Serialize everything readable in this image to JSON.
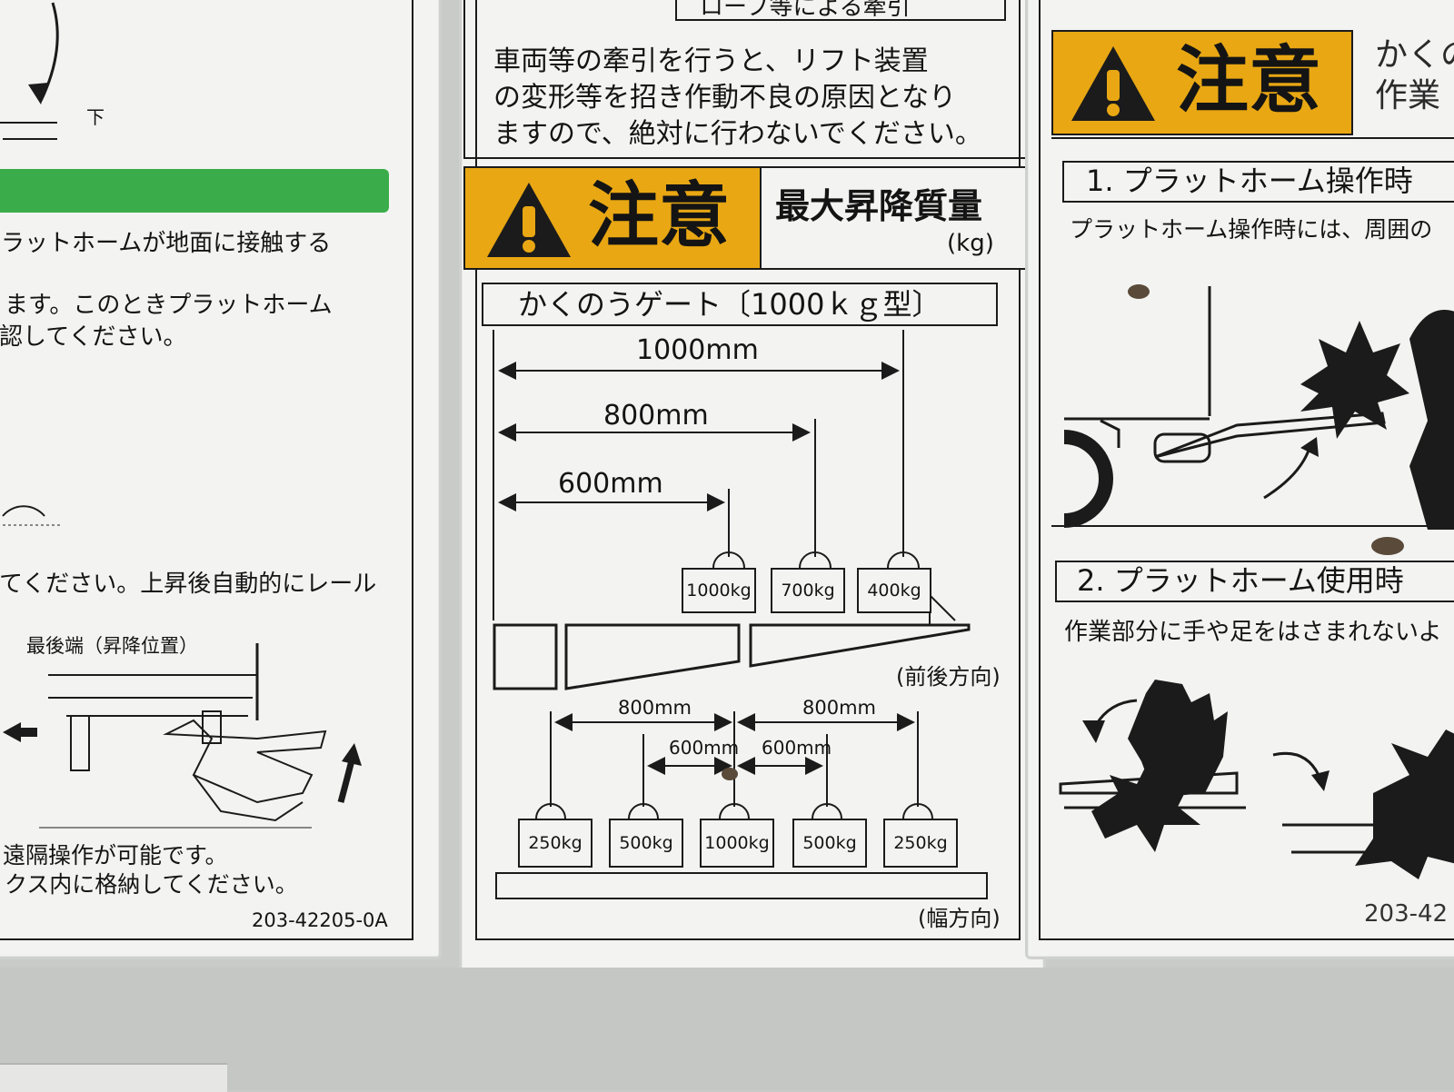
{
  "left_panel": {
    "lines": [
      "ラットホームが地面に接触する",
      "ます。このときプラットホーム",
      "認してください。",
      "てください。上昇後自動的にレール",
      "遠隔操作が可能です。",
      "クス内に格納してください。"
    ],
    "down_label": "下",
    "rear_end_label": "最後端（昇降位置）",
    "code": "203-42205-0A",
    "green_bar_color": "#3aad4a"
  },
  "center_panel": {
    "header_fragment": "ロープ等による牽引",
    "intro_lines": [
      "車両等の牽引を行うと、リフト装置",
      "の変形等を招き作動不良の原因となり",
      "ますので、絶対に行わないでください。"
    ],
    "caution_label": "注意",
    "caution_color": "#e8a713",
    "max_mass_title": "最大昇降質量",
    "max_mass_unit": "(kg)",
    "gate_model": "かくのうゲート〔1000ｋｇ型〕",
    "longitudinal": {
      "dims": [
        "1000mm",
        "800mm",
        "600mm"
      ],
      "weights": [
        "1000kg",
        "700kg",
        "400kg"
      ],
      "direction_label": "(前後方向)"
    },
    "width": {
      "dims_outer": [
        "800mm",
        "800mm"
      ],
      "dims_inner": [
        "600mm",
        "600mm"
      ],
      "weights": [
        "250kg",
        "500kg",
        "1000kg",
        "500kg",
        "250kg"
      ],
      "direction_label": "(幅方向)"
    }
  },
  "right_panel": {
    "caution_label": "注意",
    "side_text_lines": [
      "かくの",
      "作業"
    ],
    "step1_title": "1. プラットホーム操作時",
    "step1_text": "プラットホーム操作時には、周囲の",
    "step2_title": "2. プラットホーム使用時",
    "step2_text": "作業部分に手や足をはさまれないよ",
    "code": "203-42"
  }
}
